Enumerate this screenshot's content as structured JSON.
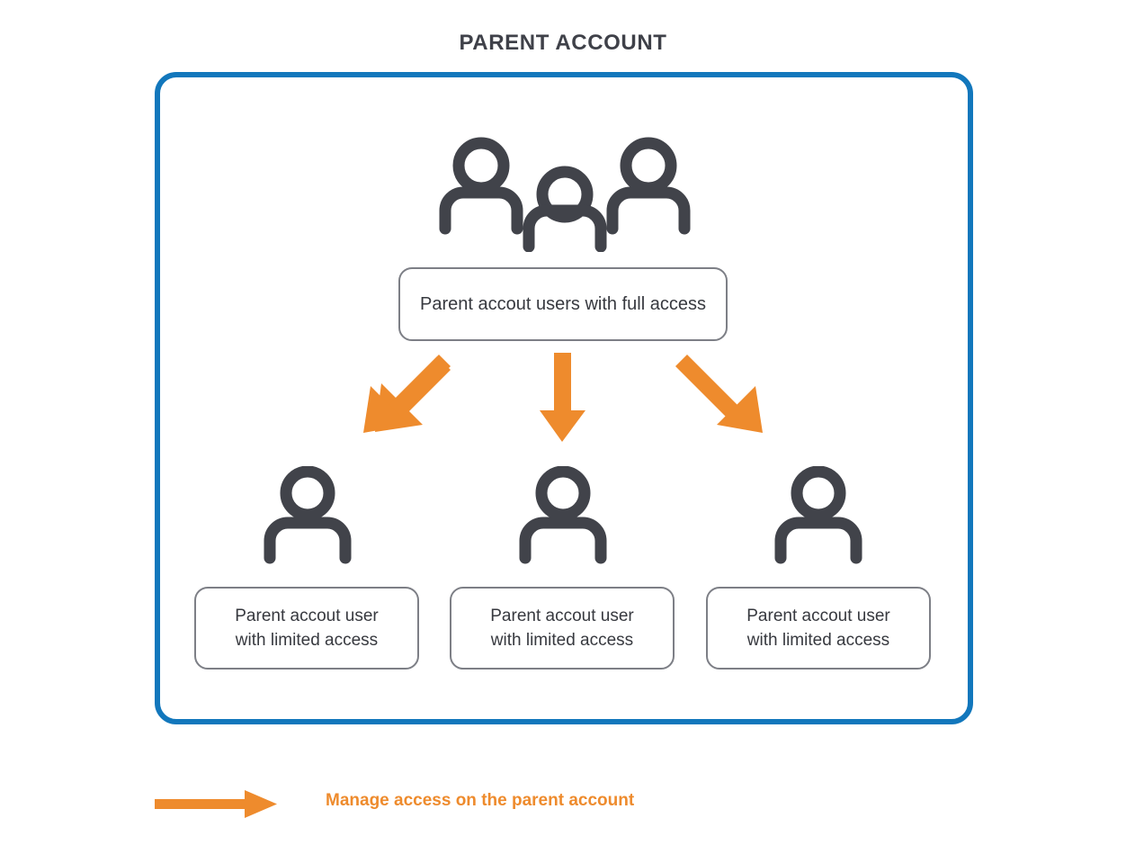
{
  "title": "PARENT ACCOUNT",
  "colors": {
    "container_border": "#1277bc",
    "arrow_orange": "#ee8b2d",
    "icon_gray": "#41434a",
    "box_border": "#7d7f86",
    "text_dark": "#37393f",
    "background": "#ffffff"
  },
  "parent_node": {
    "icon": "three-people-icon",
    "label": "Parent accout users with full access"
  },
  "children": [
    {
      "icon": "person-icon",
      "label_line1": "Parent accout user",
      "label_line2": "with limited access"
    },
    {
      "icon": "person-icon",
      "label_line1": "Parent accout user",
      "label_line2": "with limited access"
    },
    {
      "icon": "person-icon",
      "label_line1": "Parent accout user",
      "label_line2": "with limited access"
    }
  ],
  "arrows": [
    {
      "name": "arrow-to-child-left",
      "direction": "down-left"
    },
    {
      "name": "arrow-to-child-center",
      "direction": "down"
    },
    {
      "name": "arrow-to-child-right",
      "direction": "down-right"
    }
  ],
  "legend": {
    "icon": "right-arrow-icon",
    "text": "Manage access on the parent account"
  }
}
